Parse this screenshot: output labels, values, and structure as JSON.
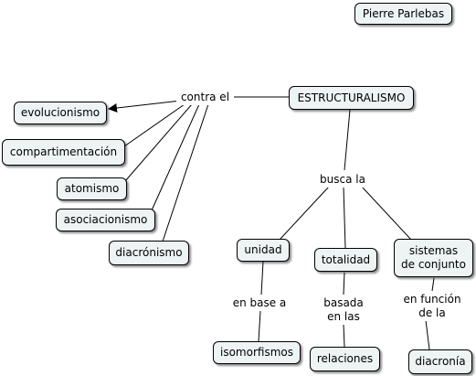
{
  "concept_map": {
    "title_node": "Pierre Parlebas",
    "root": "ESTRUCTURALISMO",
    "contra_el": {
      "link": "contra el",
      "targets": [
        "evolucionismo",
        "compartimentación",
        "atomismo",
        "asociacionismo",
        "diacrónismo"
      ]
    },
    "busca_la": {
      "link": "busca la",
      "branches": [
        {
          "concept": "unidad",
          "link": "en base a",
          "target": "isomorfismos"
        },
        {
          "concept": "totalidad",
          "link": "basada\nen las",
          "target": "relaciones"
        },
        {
          "concept": "sistemas\nde conjunto",
          "link": "en función\nde la",
          "target": "diacronía"
        }
      ]
    },
    "colors": {
      "node_fill": "#eef3f4",
      "node_border": "#000000",
      "line": "#000000"
    }
  }
}
